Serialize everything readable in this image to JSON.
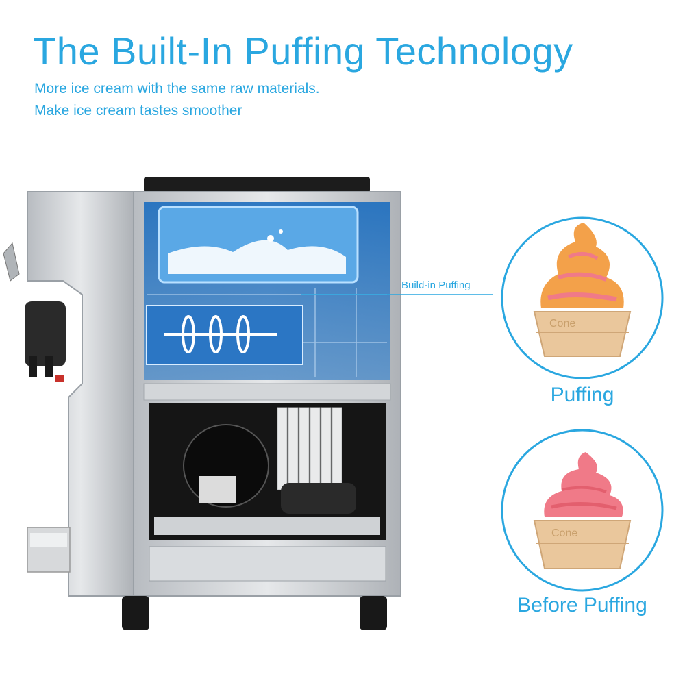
{
  "header": {
    "title": "The Built-In Puffing Technology",
    "subtitle_line1": "More ice cream with the same raw materials.",
    "subtitle_line2": "Make ice cream tastes smoother"
  },
  "callout": {
    "label": "Build-in Puffing"
  },
  "comparisons": [
    {
      "label": "Puffing",
      "cone_text": "Cone"
    },
    {
      "label": "Before Puffing",
      "cone_text": "Cone"
    }
  ],
  "colors": {
    "accent_blue": "#2aa7e0",
    "steel": "#c9ccd0",
    "steel_dark": "#8f949a",
    "glass_blue": "#3d7fc4",
    "swirl_orange": "#f3a14a",
    "swirl_pink": "#f07a88",
    "cone_beige": "#eac79c"
  }
}
